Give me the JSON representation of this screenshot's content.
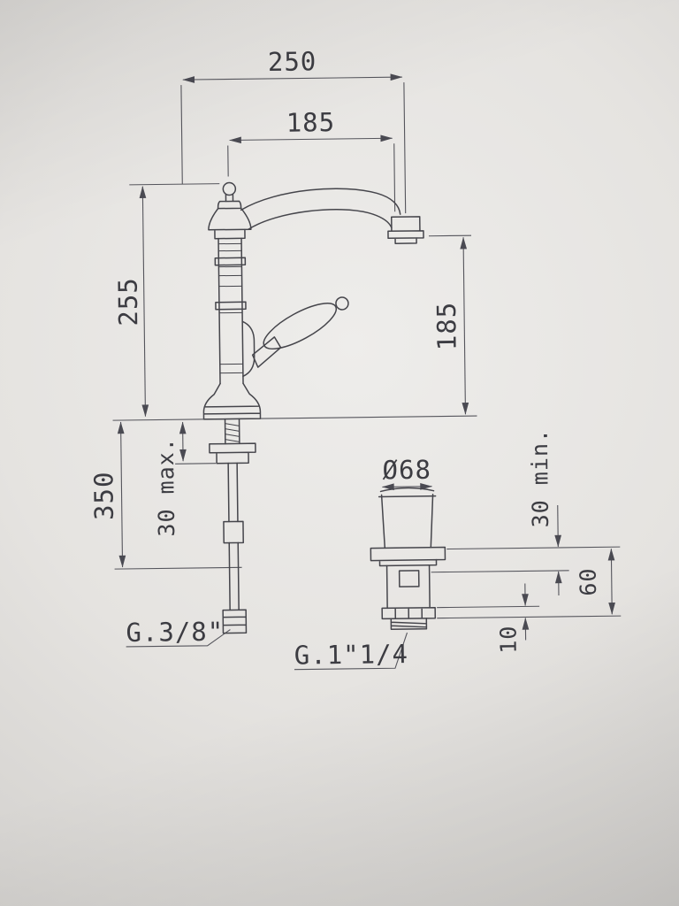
{
  "document": {
    "type": "faucet-installation-technical-drawing"
  },
  "dims": {
    "overall_depth": "250",
    "spout_reach": "185",
    "total_height": "255",
    "spout_outlet_height": "185",
    "supply_hose_length": "350",
    "max_deck_thickness": "30 max.",
    "waste_flange_diameter": "Ø68",
    "min_deck_thickness": "30 min.",
    "waste_height": "60",
    "waste_nut_height": "10",
    "supply_connection": "G.3/8\"",
    "waste_connection": "G.1\"1/4"
  },
  "colors": {
    "line": "#45454b",
    "dimension_line": "#55555c",
    "text": "#3c3c42",
    "paper": "#e5e3e0"
  }
}
